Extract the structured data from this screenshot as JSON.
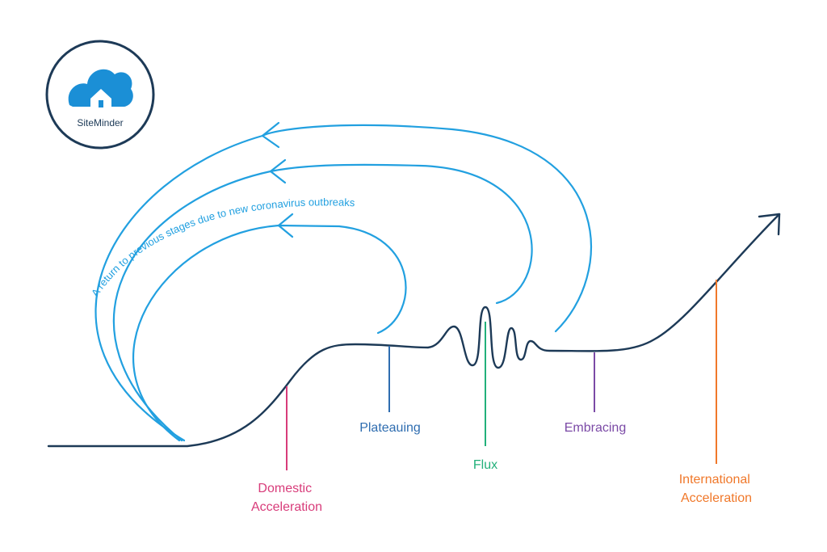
{
  "logo": {
    "text": "SiteMinder",
    "color": "#1b8fd6",
    "ring_color": "#1d3a57"
  },
  "return_caption": "A return to previous stages due to new coronavirus outbreaks",
  "stages": [
    {
      "id": "domestic",
      "lines": [
        "Domestic",
        "Acceleration"
      ],
      "color": "#d83c7a"
    },
    {
      "id": "plateauing",
      "lines": [
        "Plateauing"
      ],
      "color": "#2f6db0"
    },
    {
      "id": "flux",
      "lines": [
        "Flux"
      ],
      "color": "#22b07a"
    },
    {
      "id": "embracing",
      "lines": [
        "Embracing"
      ],
      "color": "#7b4aa6"
    },
    {
      "id": "international",
      "lines": [
        "International",
        "Acceleration"
      ],
      "color": "#f0782a"
    }
  ],
  "colors": {
    "main_curve": "#1d3a57",
    "return_arcs": "#22a0e0"
  }
}
